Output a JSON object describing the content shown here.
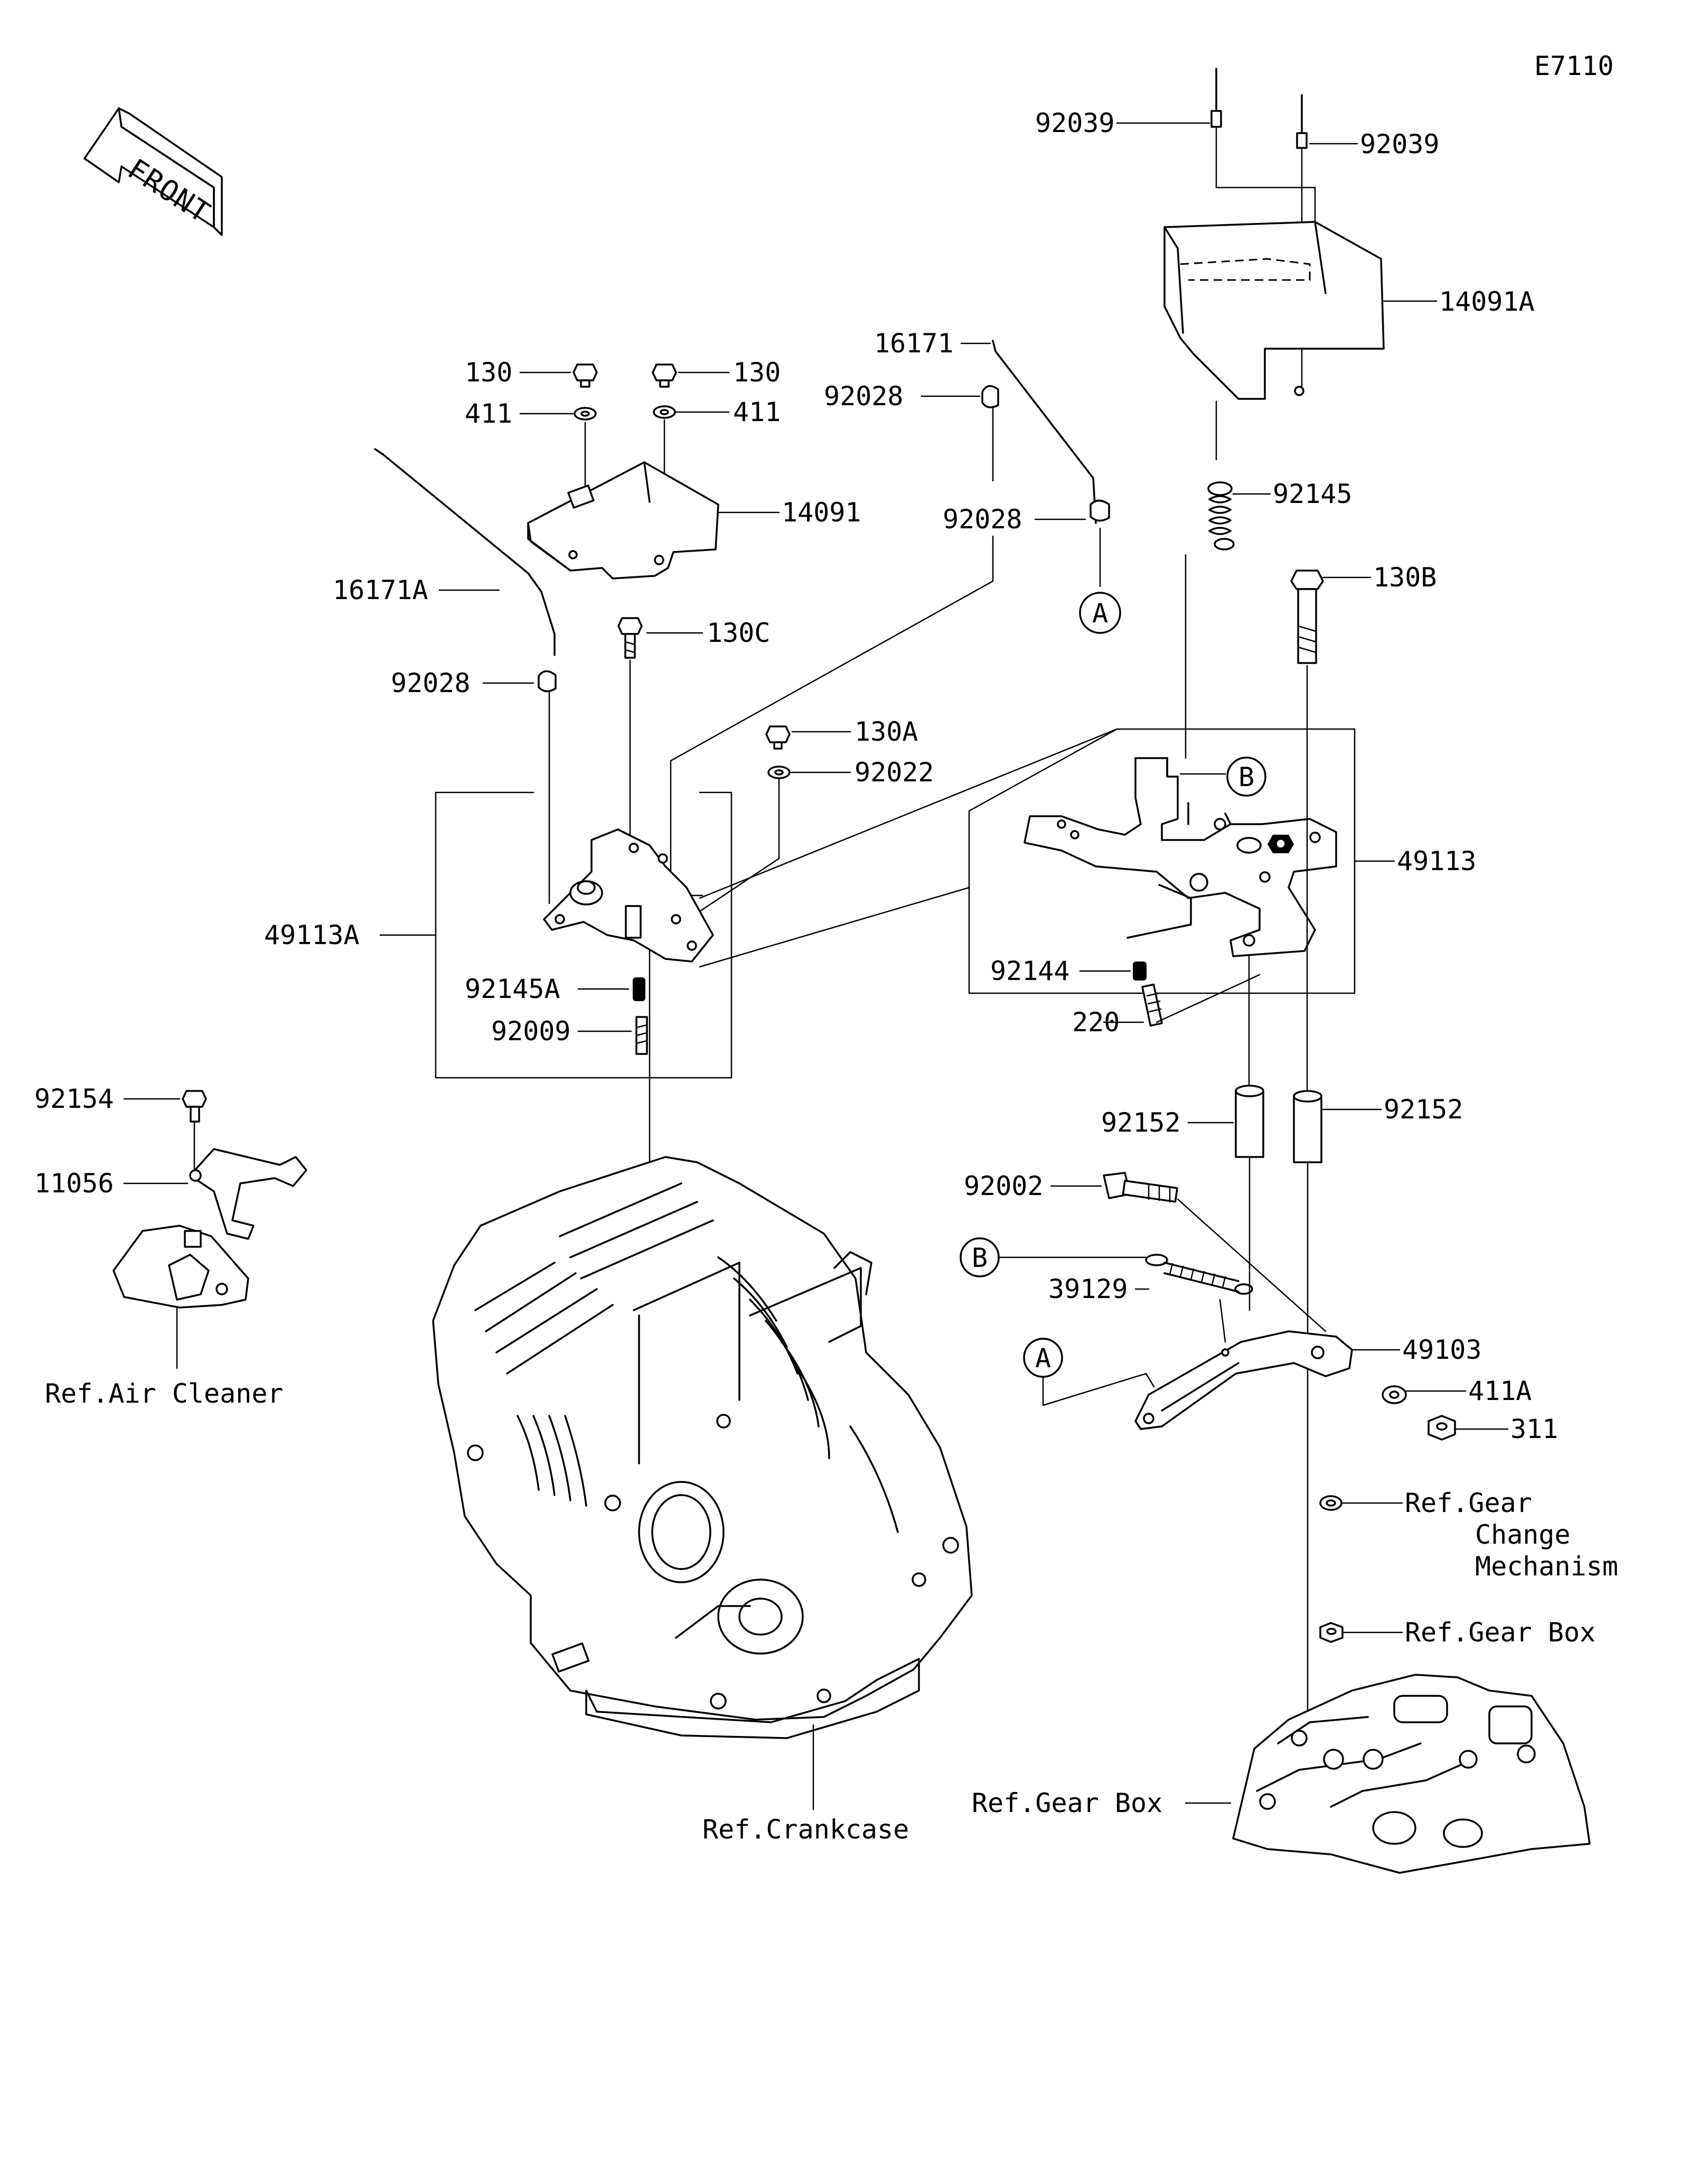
{
  "diagram_id": "E7110",
  "front_label": "FRONT",
  "callouts": {
    "c92039a": "92039",
    "c92039b": "92039",
    "c14091A": "14091A",
    "c16171": "16171",
    "c92028a": "92028",
    "c92028b": "92028",
    "c130a": "130",
    "c130b": "130",
    "c411a": "411",
    "c411b": "411",
    "c14091": "14091",
    "c16171A": "16171A",
    "c130C": "130C",
    "c92028c": "92028",
    "c130A": "130A",
    "c92022": "92022",
    "c49113A": "49113A",
    "c92145A": "92145A",
    "c92009": "92009",
    "c92145": "92145",
    "c130B": "130B",
    "c49113": "49113",
    "c92144": "92144",
    "c220": "220",
    "c92152a": "92152",
    "c92152b": "92152",
    "c92002": "92002",
    "c39129": "39129",
    "c49103": "49103",
    "c411A": "411A",
    "c311": "311",
    "c92154": "92154",
    "c11056": "11056"
  },
  "markers": {
    "a1": "A",
    "a2": "A",
    "b1": "B",
    "b2": "B"
  },
  "references": {
    "air_cleaner": "Ref.Air Cleaner",
    "crankcase": "Ref.Crankcase",
    "gear_change_1": "Ref.Gear",
    "gear_change_2": "Change",
    "gear_change_3": "Mechanism",
    "gear_box_a": "Ref.Gear Box",
    "gear_box_b": "Ref.Gear Box"
  }
}
